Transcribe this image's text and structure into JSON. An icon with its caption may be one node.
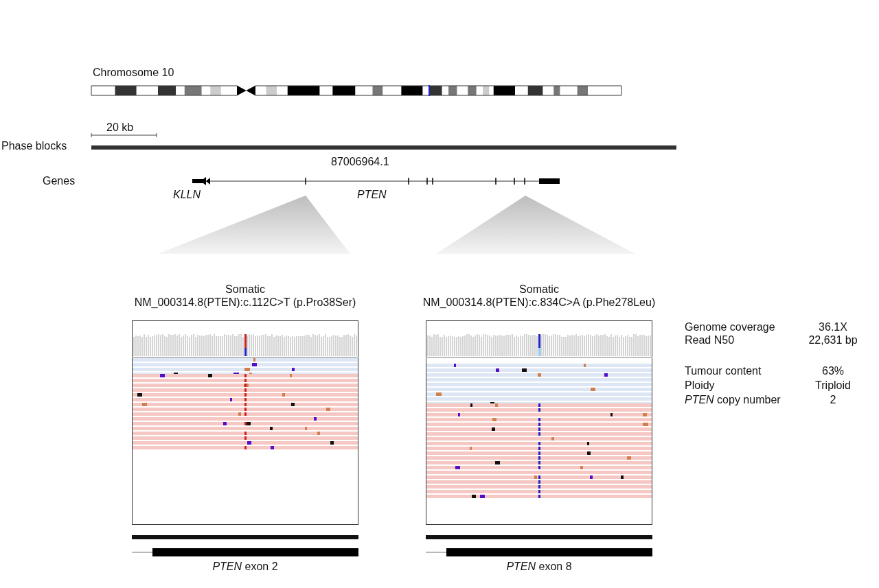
{
  "diagram": {
    "nodes": [
      {
        "text": [
          "Somatic",
          "NM_000314.8(PTEN):c.112C>T (p.Pro38Ser)"
        ],
        "beside": [
          "*PTEN* exon 2"
        ]
      },
      {
        "text": [
          "Somatic",
          "NM_000314.8(PTEN):c.834C>A (p.Phe278Leu)"
        ],
        "beside": [
          "*PTEN* exon 8"
        ]
      }
    ],
    "labels": [
      "Chromosome 10",
      "20 kb",
      "Phase blocks",
      "87006964.1",
      "Genes",
      "KLLN",
      "PTEN",
      "Genome coverage",
      "36.1X",
      "Read N50",
      "22,631 bp",
      "Tumour content",
      "63%",
      "Ploidy",
      "Triploid",
      "*PTEN* copy number",
      "2"
    ]
  }
}
